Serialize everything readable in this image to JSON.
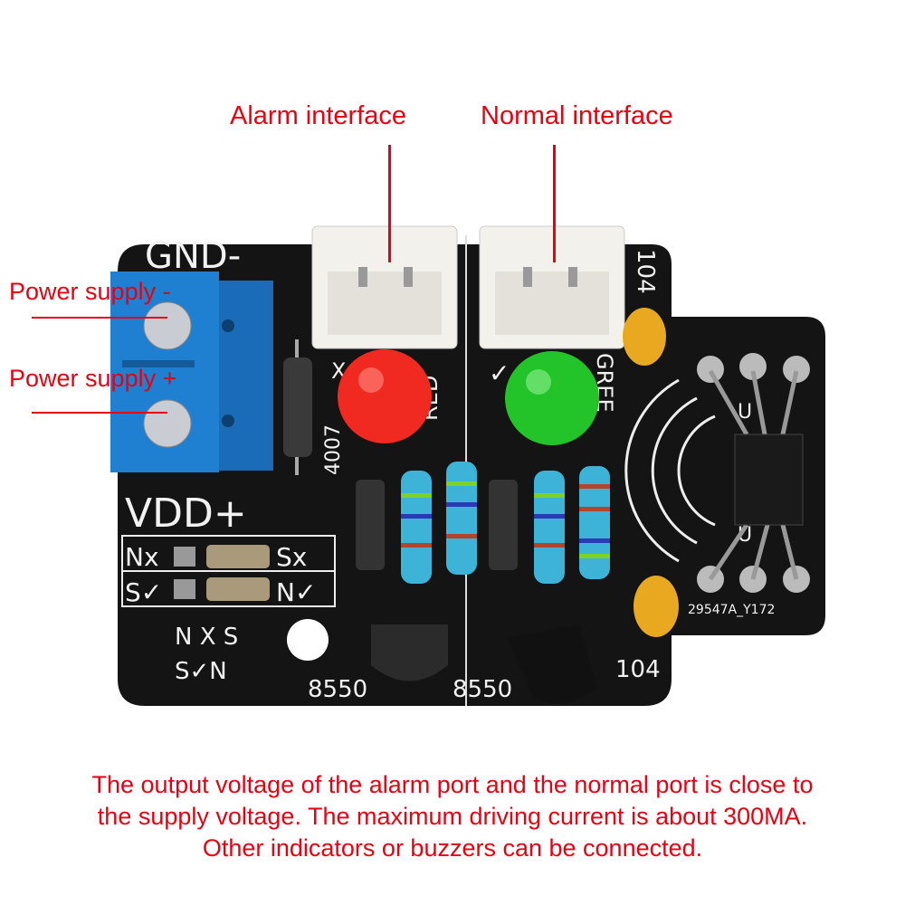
{
  "annotations": {
    "alarm_interface": "Alarm interface",
    "normal_interface": "Normal interface",
    "power_supply_minus": "Power supply -",
    "power_supply_plus": "Power supply +",
    "caption_lines": [
      "The output voltage of the alarm port and the normal port is close to",
      "the supply voltage. The maximum driving current is about 300MA.",
      "Other indicators or buzzers can be connected."
    ]
  },
  "pcb_silkscreen": {
    "gnd": "GND-",
    "vdd": "VDD+",
    "jumper_nx": "Nx",
    "jumper_sx": "Sx",
    "jumper_s_check": "S✓",
    "jumper_n_check": "N✓",
    "mode_row1": "N X S",
    "mode_row2": "S✓N",
    "transistor1": "8550",
    "transistor2": "8550",
    "cap_top": "104",
    "cap_bottom": "104",
    "led_red": "RED",
    "led_green": "GREE",
    "diode": "4007",
    "alarm_mark": "X",
    "normal_mark": "✓",
    "sensor_top": "U",
    "sensor_bottom": "U",
    "board_code": "29547A_Y172"
  },
  "colors": {
    "annotation": "#e60012",
    "pcb": "#141414",
    "terminal": "#1f7fd0",
    "led_red": "#f02a20",
    "led_green": "#22c42a",
    "capacitor": "#e8a820",
    "resistor": "#3db3d8"
  }
}
